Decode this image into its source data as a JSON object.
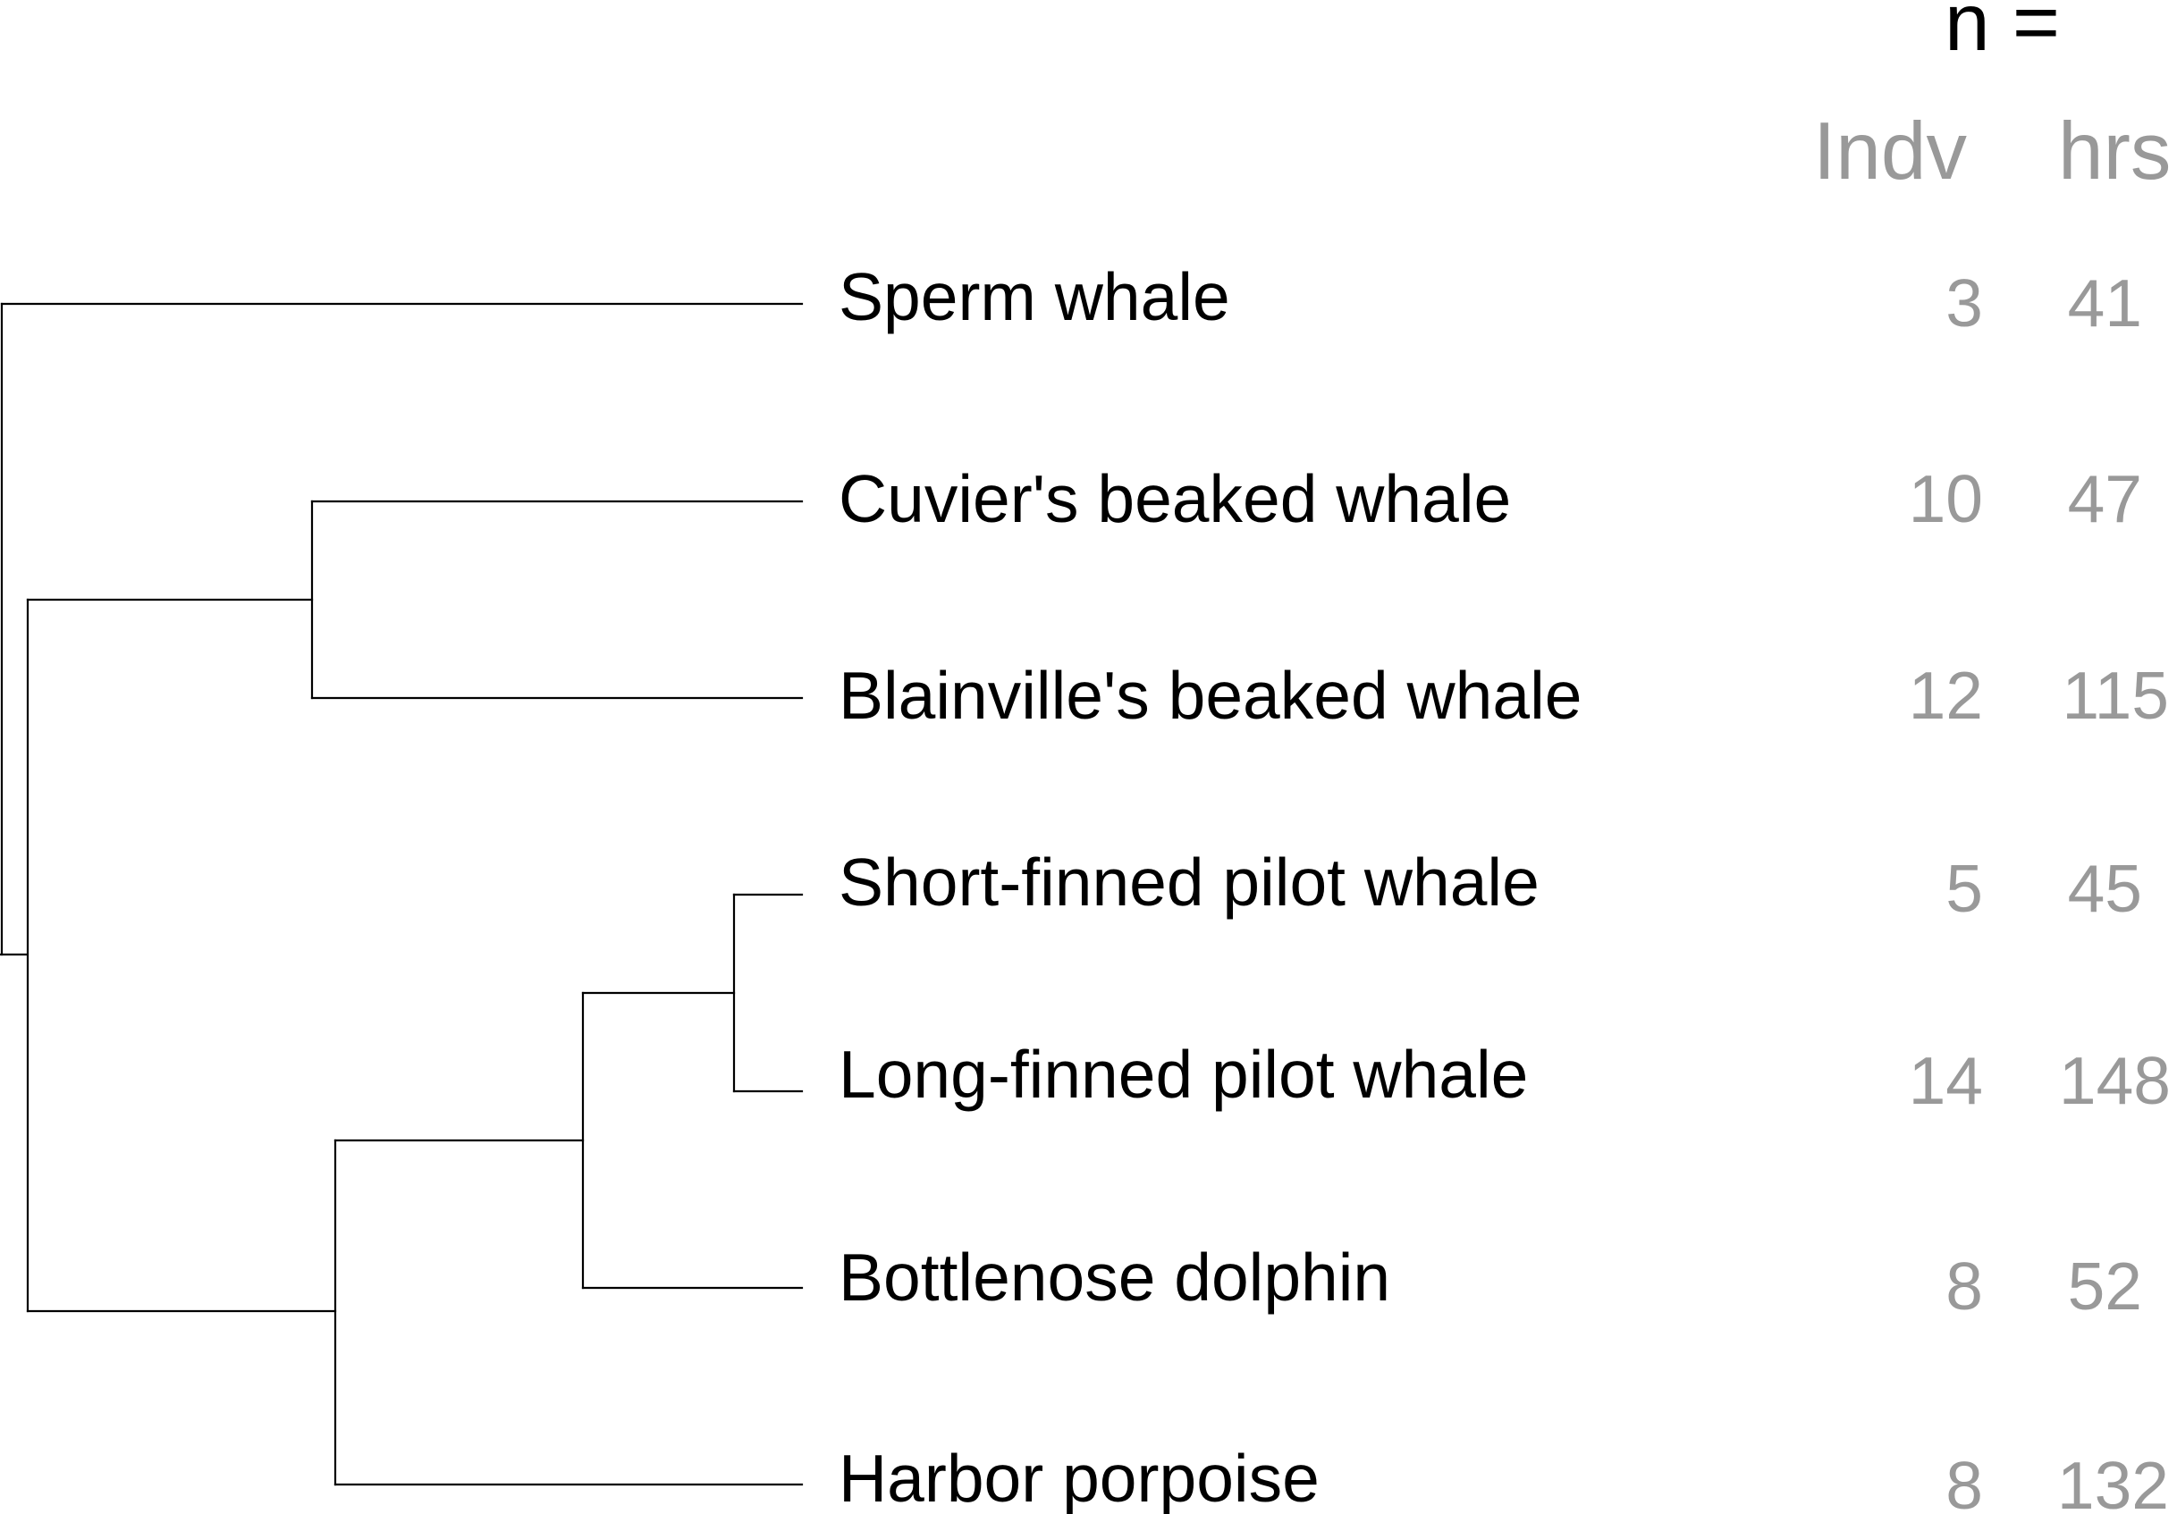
{
  "header": {
    "n_label": "n =",
    "columns": [
      "Indv",
      "hrs"
    ]
  },
  "species": [
    {
      "name": "Sperm whale",
      "indv": "3",
      "hrs": "41"
    },
    {
      "name": "Cuvier's beaked whale",
      "indv": "10",
      "hrs": "47"
    },
    {
      "name": "Blainville's beaked whale",
      "indv": "12",
      "hrs": "115"
    },
    {
      "name": "Short-finned pilot whale",
      "indv": "5",
      "hrs": "45"
    },
    {
      "name": "Long-finned pilot whale",
      "indv": "14",
      "hrs": "148"
    },
    {
      "name": "Bottlenose dolphin",
      "indv": "8",
      "hrs": "52"
    },
    {
      "name": "Harbor porpoise",
      "indv": "8",
      "hrs": "132"
    }
  ],
  "tree": {
    "newick": "(Sperm whale,((Cuvier's beaked whale,Blainville's beaked whale),(((Short-finned pilot whale,Long-finned pilot whale),Bottlenose dolphin),Harbor porpoise)));"
  },
  "colors": {
    "tree_lines": "#000000",
    "labels": "#000000",
    "counts": "#999999",
    "header_n": "#000000",
    "header_columns": "#999999"
  }
}
